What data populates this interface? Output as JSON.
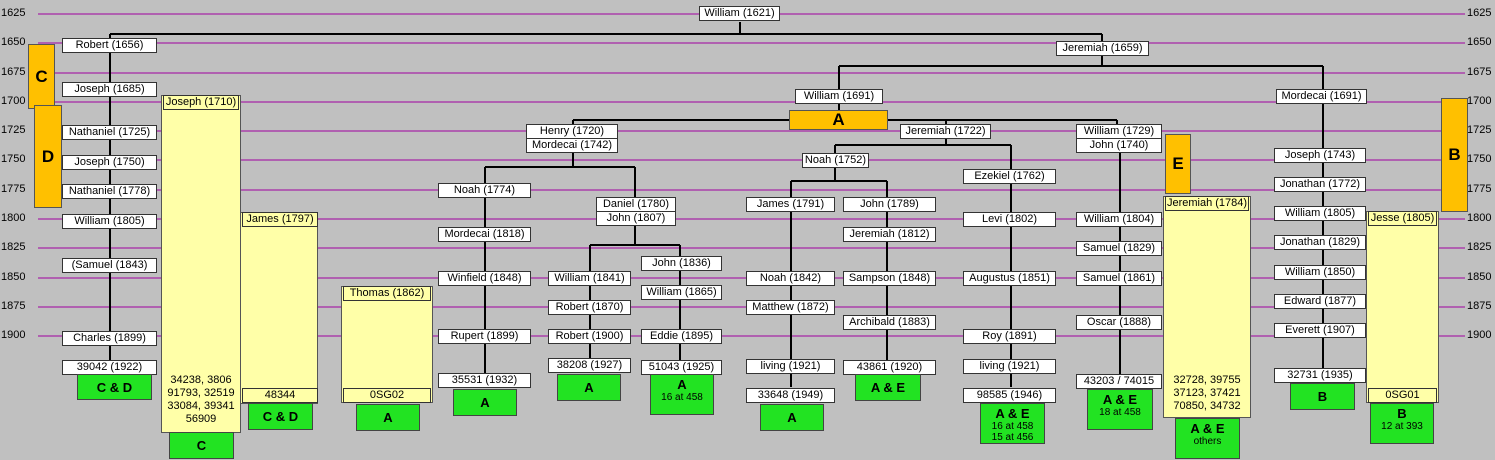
{
  "years": [
    "1625",
    "1650",
    "1675",
    "1700",
    "1725",
    "1750",
    "1775",
    "1800",
    "1825",
    "1850",
    "1875",
    "1900"
  ],
  "people": {
    "william_1621": "William (1621)",
    "robert_1656": "Robert (1656)",
    "jeremiah_1659": "Jeremiah (1659)",
    "joseph_1685": "Joseph (1685)",
    "nathaniel_1725": "Nathaniel (1725)",
    "joseph_1750": "Joseph (1750)",
    "nathaniel_1778": "Nathaniel (1778)",
    "william_1805_c": "William (1805)",
    "samuel_1843": "(Samuel (1843)",
    "charles_1899": "Charles (1899)",
    "kit_39042": "39042 (1922)",
    "joseph_1710": "Joseph (1710)",
    "james_1797": "James (1797)",
    "kit_48344": "48344",
    "thomas_1862": "Thomas (1862)",
    "kit_0sg02": "0SG02",
    "william_1691": "William (1691)",
    "mordecai_1691": "Mordecai (1691)",
    "henry_1720": "Henry (1720)",
    "mordecai_1742": "Mordecai (1742)",
    "jeremiah_1722": "Jeremiah (1722)",
    "william_1729": "William (1729)",
    "john_1740": "John (1740)",
    "noah_1752": "Noah (1752)",
    "noah_1774": "Noah (1774)",
    "mordecai_1818": "Mordecai (1818)",
    "winfield_1848": "Winfield (1848)",
    "rupert_1899": "Rupert (1899)",
    "kit_35531": "35531 (1932)",
    "daniel_1780": "Daniel (1780)",
    "john_1807": "John (1807)",
    "william_1841": "William (1841)",
    "robert_1870": "Robert (1870)",
    "robert_1900": "Robert (1900)",
    "kit_38208": "38208 (1927)",
    "john_1836": "John (1836)",
    "william_1865": "William (1865)",
    "eddie_1895": "Eddie (1895)",
    "kit_51043": "51043 (1925)",
    "james_1791": "James (1791)",
    "noah_1842": "Noah (1842)",
    "matthew_1872": "Matthew (1872)",
    "living_1921_a": "living (1921)",
    "kit_33648": "33648 (1949)",
    "john_1789": "John (1789)",
    "jeremiah_1812": "Jeremiah (1812)",
    "sampson_1848": "Sampson (1848)",
    "archibald_1883": "Archibald (1883)",
    "kit_43861": "43861 (1920)",
    "ezekiel_1762": "Ezekiel (1762)",
    "levi_1802": "Levi (1802)",
    "augustus_1851": "Augustus (1851)",
    "roy_1891": "Roy (1891)",
    "living_1921_b": "living (1921)",
    "kit_98585": "98585 (1946)",
    "william_1804": "William (1804)",
    "samuel_1829": "Samuel (1829)",
    "samuel_1861": "Samuel (1861)",
    "oscar_1888": "Oscar (1888)",
    "kit_43203": "43203 / 74015",
    "jeremiah_1784": "Jeremiah (1784)",
    "joseph_1743": "Joseph (1743)",
    "jonathan_1772": "Jonathan (1772)",
    "william_1805_b": "William (1805)",
    "jonathan_1829": "Jonathan (1829)",
    "william_1850": "William (1850)",
    "edward_1877": "Edward (1877)",
    "everett_1907": "Everett (1907)",
    "kit_32731": "32731 (1935)",
    "jesse_1805": "Jesse (1805)",
    "kit_0sg01": "0SG01"
  },
  "kit_lists": {
    "joseph_1710": [
      "34238, 3806",
      "91793, 32519",
      "33084, 39341",
      "56909"
    ],
    "jeremiah_1784": [
      "32728, 39755",
      "37123, 37421",
      "70850, 34732"
    ]
  },
  "haplo_badges": {
    "c_and_d_1": {
      "label": "C & D"
    },
    "c_1": {
      "label": "C"
    },
    "c_and_d_2": {
      "label": "C & D"
    },
    "a_thomas": {
      "label": "A"
    },
    "a_35531": {
      "label": "A"
    },
    "a_38208": {
      "label": "A"
    },
    "a_51043": {
      "label": "A",
      "note": "16 at 458"
    },
    "a_33648": {
      "label": "A"
    },
    "ae_43861": {
      "label": "A & E"
    },
    "ae_98585": {
      "label": "A & E",
      "note": "16 at 458",
      "note2": "15 at 456"
    },
    "ae_43203": {
      "label": "A & E",
      "note": "18 at 458"
    },
    "ae_32728": {
      "label": "A & E",
      "note": "others"
    },
    "b_32731": {
      "label": "B"
    },
    "b_0sg01": {
      "label": "B",
      "note": "12 at 393"
    }
  },
  "group_markers": {
    "a": "A",
    "b": "B",
    "c": "C",
    "d": "D",
    "e": "E"
  },
  "colors": {
    "background": "#c0c0c0",
    "gridline": "#a000a0",
    "person_fill": "#ffffff",
    "yellow_column": "#ffffa8",
    "green_badge": "#22e322",
    "orange_marker": "#ffc000"
  }
}
